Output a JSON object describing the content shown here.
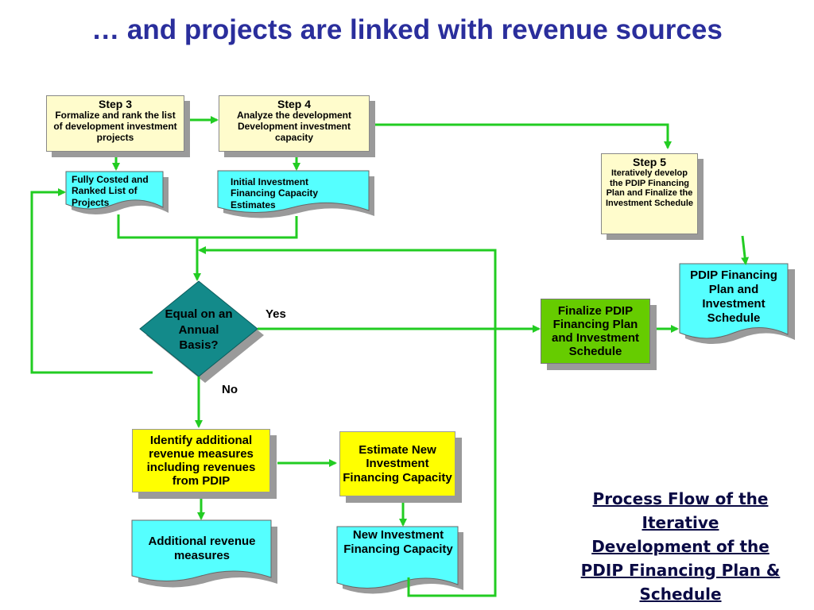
{
  "title": "… and projects are linked with revenue sources",
  "colors": {
    "title": "#2a2e9c",
    "arrow": "#22cc22",
    "step_fill": "#fffccc",
    "doc_fill": "#55ffff",
    "diamond_fill": "#138a8a",
    "highlight_fill": "#ffff00",
    "finalize_fill": "#66cc00"
  },
  "steps": {
    "step3": {
      "head": "Step 3",
      "body": "Formalize and rank the list of development investment projects"
    },
    "step4": {
      "head": "Step 4",
      "body": "Analyze the development Development investment capacity"
    },
    "step5": {
      "head": "Step 5",
      "body": "Iteratively develop the PDIP Financing Plan and Finalize the Investment Schedule"
    }
  },
  "docs": {
    "ranked_list": "Fully Costed and Ranked List of Projects",
    "initial_capacity": "Initial Investment Financing Capacity Estimates",
    "pdip_plan": "PDIP Financing Plan and Investment Schedule",
    "additional_revenue": "Additional revenue measures",
    "new_capacity": "New Investment Financing Capacity"
  },
  "decision": {
    "text": "Equal on an Annual Basis?",
    "yes": "Yes",
    "no": "No"
  },
  "processes": {
    "identify": "Identify additional revenue measures including revenues from PDIP",
    "estimate": "Estimate New Investment Financing Capacity",
    "finalize": "Finalize PDIP Financing Plan and Investment Schedule"
  },
  "caption": "Process Flow of the Iterative Development of the PDIP Financing Plan & Schedule"
}
